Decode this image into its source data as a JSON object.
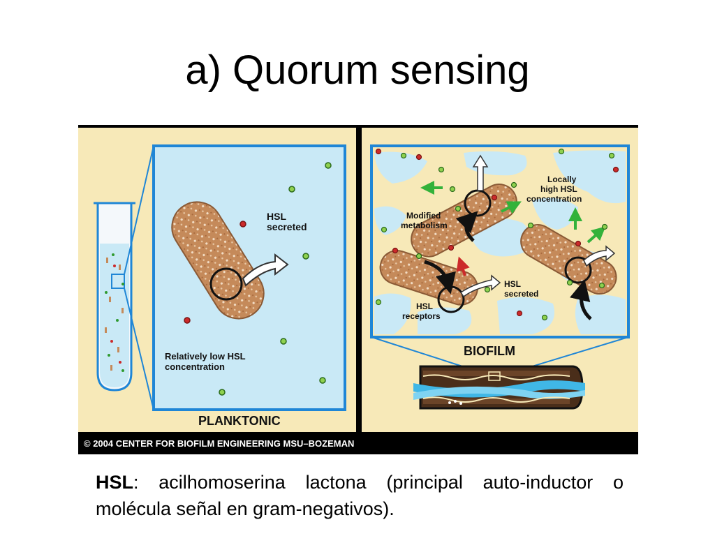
{
  "slide": {
    "title": "a) Quorum sensing",
    "caption_term": "HSL",
    "caption_rest": ": acilhomoserina lactona (principal auto-inductor o molécula señal en gram-negativos)."
  },
  "figure": {
    "left_panel": {
      "label": "PLANKTONIC",
      "hsl_secreted_line1": "HSL",
      "hsl_secreted_line2": "secreted",
      "concentration_line1": "Relatively low HSL",
      "concentration_line2": "concentration"
    },
    "right_panel": {
      "label": "BIOFILM",
      "locally_line1": "Locally",
      "locally_line2": "high HSL",
      "locally_line3": "concentration",
      "modified_line1": "Modified",
      "modified_line2": "metabolism",
      "receptors_line1": "HSL",
      "receptors_line2": "receptors",
      "secreted_line1": "HSL",
      "secreted_line2": "secreted"
    },
    "copyright": "© 2004 CENTER FOR BIOFILM ENGINEERING MSU–BOZEMAN"
  },
  "colors": {
    "panel_bg": "#f7e9b8",
    "fluid_blue": "#c9e9f6",
    "frame_blue": "#1f86d6",
    "bacterium": "#c58a5a",
    "hsl_green": "#8fd14f",
    "hsl_red": "#cc2a2a",
    "arrow_green": "#33b23a",
    "black_bar": "#000000"
  }
}
